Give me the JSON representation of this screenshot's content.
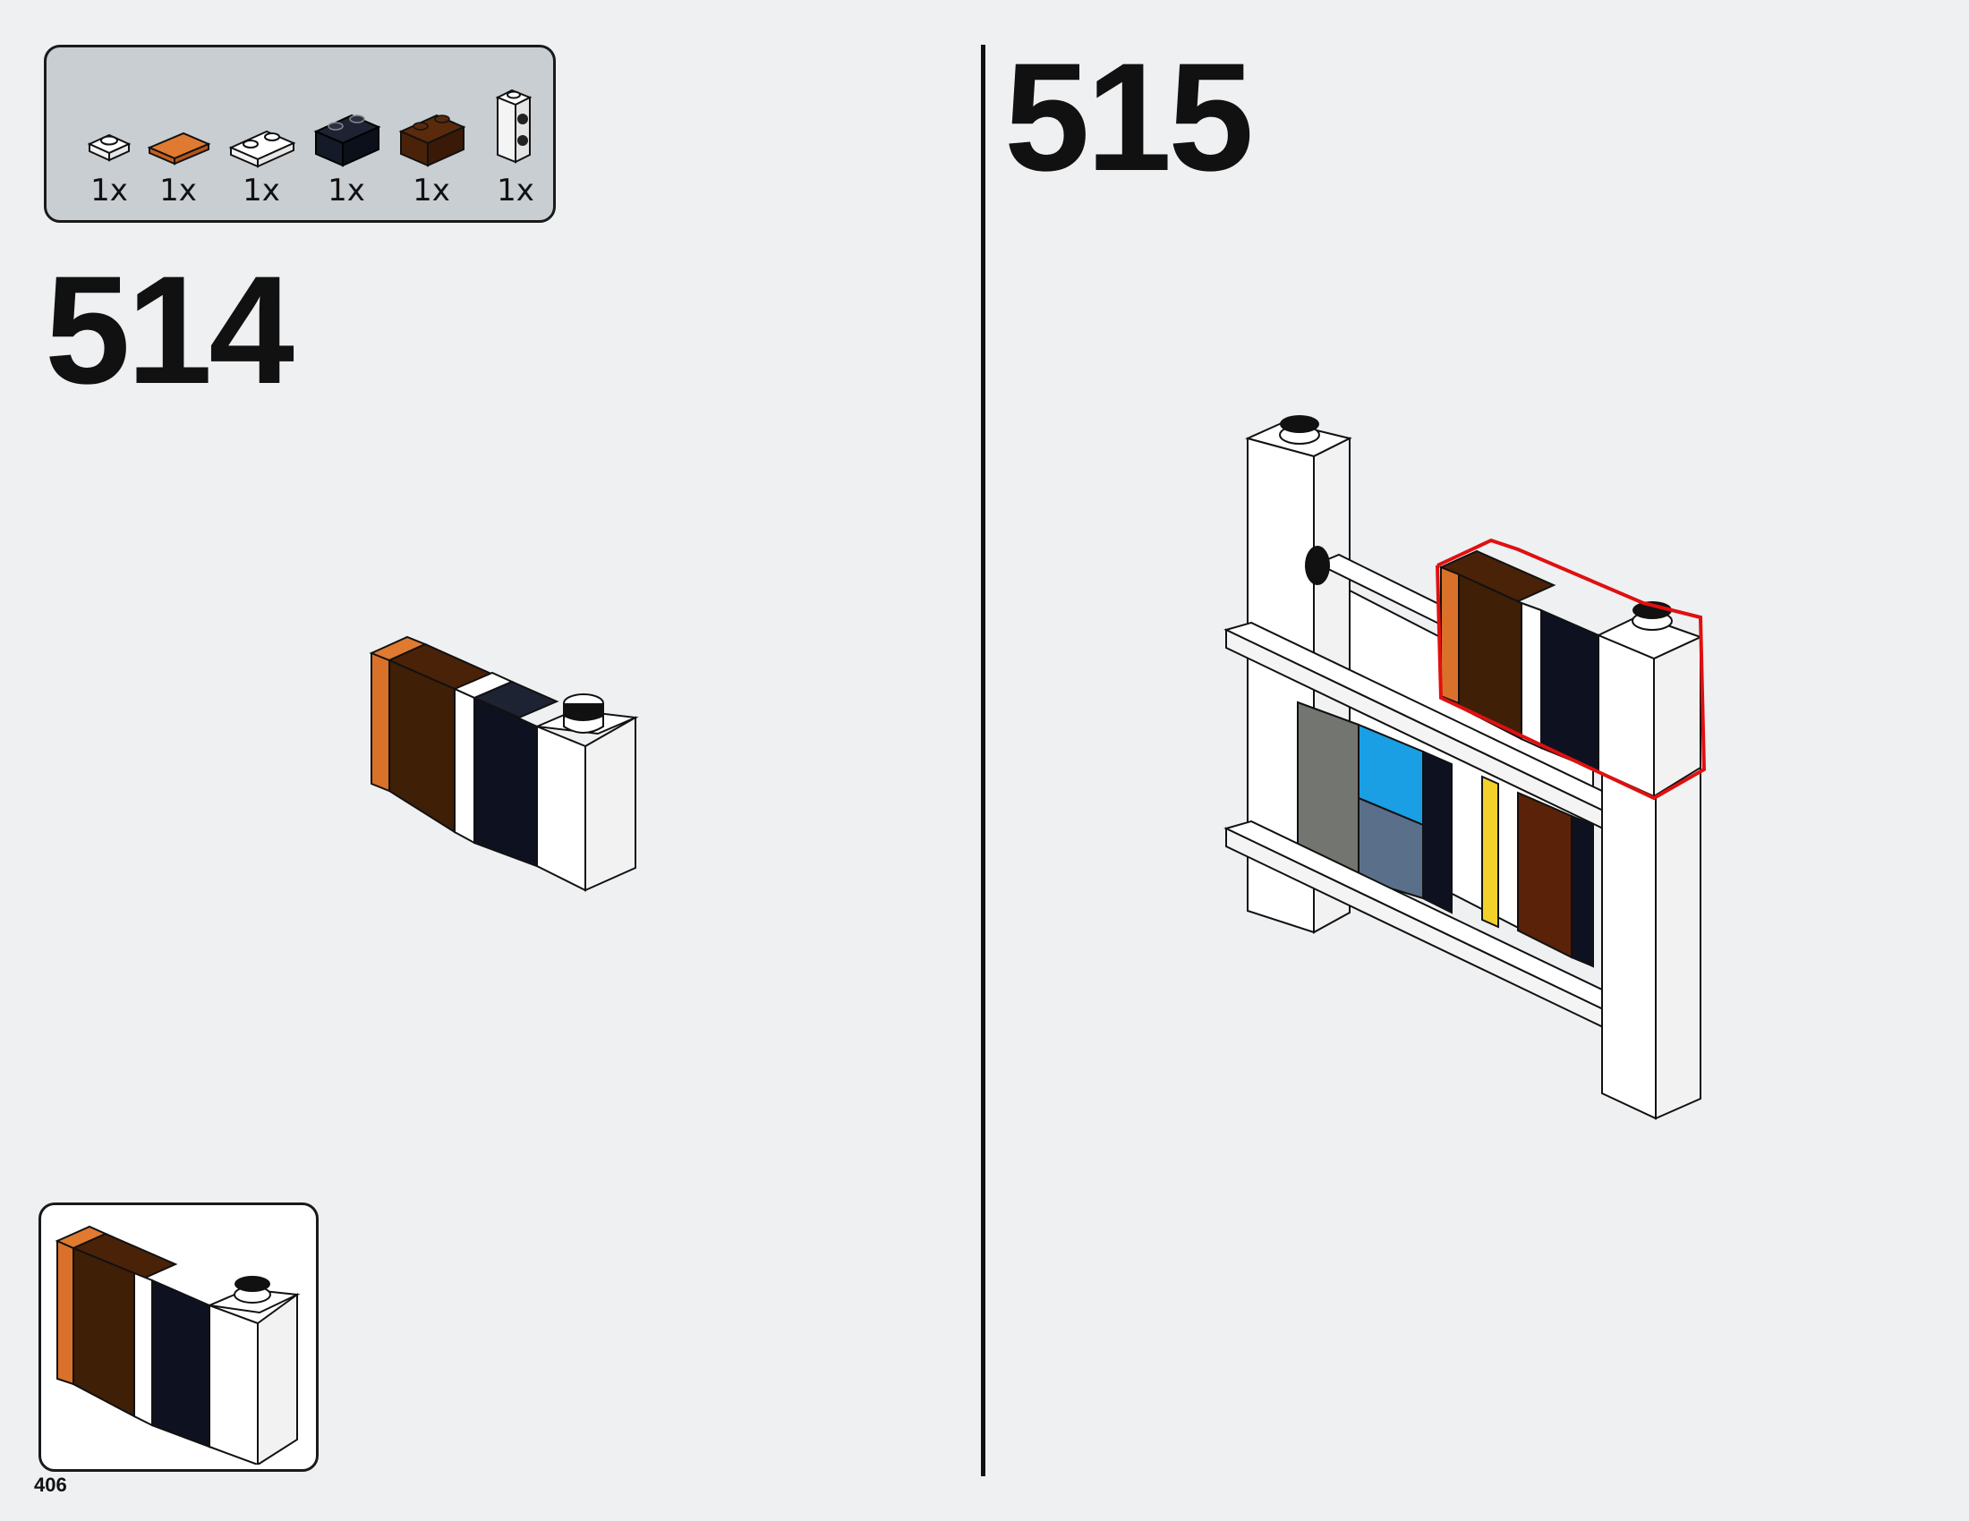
{
  "parts_list": {
    "items": [
      {
        "qty": "1x",
        "icon": "plate-1x1-white-icon",
        "color": "#ffffff"
      },
      {
        "qty": "1x",
        "icon": "tile-1x2-orange-icon",
        "color": "#d9712a"
      },
      {
        "qty": "1x",
        "icon": "plate-1x2-white-icon",
        "color": "#ffffff"
      },
      {
        "qty": "1x",
        "icon": "brick-1x2-black-icon",
        "color": "#111722"
      },
      {
        "qty": "1x",
        "icon": "brick-1x2-brown-icon",
        "color": "#4a2208"
      },
      {
        "qty": "1x",
        "icon": "brick-1x1-studs-side-white-icon",
        "color": "#ffffff"
      }
    ]
  },
  "steps": [
    {
      "number": "514"
    },
    {
      "number": "515"
    }
  ],
  "colors": {
    "orange": "#d9712a",
    "brown": "#3f1f06",
    "black": "#0e1220",
    "white": "#ffffff",
    "highlight": "#e01010",
    "gray": "#737670",
    "blue": "#1a9ee4",
    "slate": "#5a708a",
    "yellow": "#f2d22a",
    "reddish_brown": "#5a2208"
  },
  "page": {
    "number": "406"
  }
}
